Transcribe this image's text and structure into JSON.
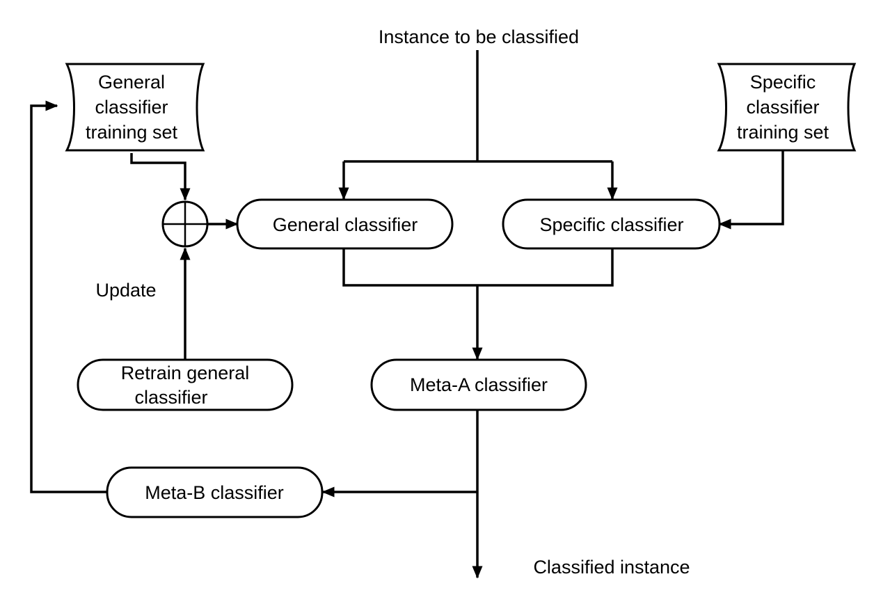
{
  "diagram": {
    "top_input": "Instance to be classified",
    "bottom_output": "Classified instance",
    "update_label": "Update",
    "nodes": {
      "general_training_set": [
        "General",
        "classifier",
        "training set"
      ],
      "specific_training_set": [
        "Specific",
        "classifier",
        "training set"
      ],
      "general_classifier": "General classifier",
      "specific_classifier": "Specific classifier",
      "meta_a_classifier": "Meta-A classifier",
      "retrain_general": [
        "Retrain general",
        "classifier"
      ],
      "meta_b_classifier": "Meta-B classifier"
    },
    "colors": {
      "stroke": "#000000",
      "fill": "#ffffff"
    }
  }
}
